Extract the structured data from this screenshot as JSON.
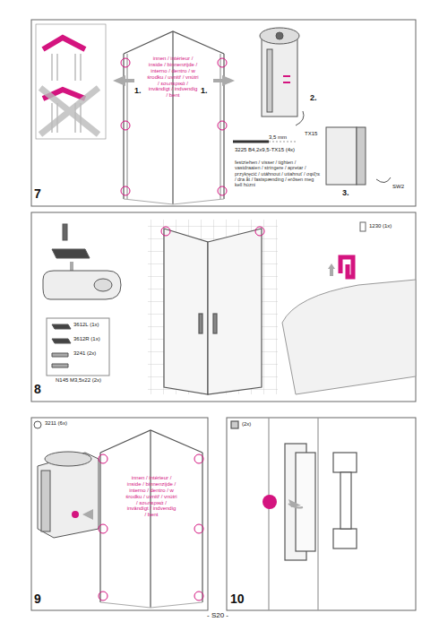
{
  "diagram": {
    "labels": [
      "7",
      "1.",
      "1.",
      "innen / intérieur / inside / binnenzijde / interno / dentro / w środku / uvnitř / vnútri / εσωτερικά / invändigt / indvendig / bent",
      "2.",
      "TX15",
      "3,5 mm",
      "3225 B4,2x9,5-TX15 (4x)",
      "festziehen / visser / tighten / vastdraaien / stringere / apretar / przykręcić / utáhnout / utiahnuť / σφίξτε / dra åt / fastspænding / erősen meg kell húzni",
      "3.",
      "SW2",
      "8",
      "3612L (1x)",
      "3612R (1x)",
      "3241 (2x)",
      "N145 M3,5x22 (2x)",
      "1230 (1x)",
      "9",
      "3211 (6x)",
      "innen / intérieur / inside / binnenzijde / interno / dentro / w środku / uvnitř / vnútri / εσωτερικά / invändigt / indvendig / bent",
      "10",
      "(2x)",
      "- S20 -"
    ]
  }
}
